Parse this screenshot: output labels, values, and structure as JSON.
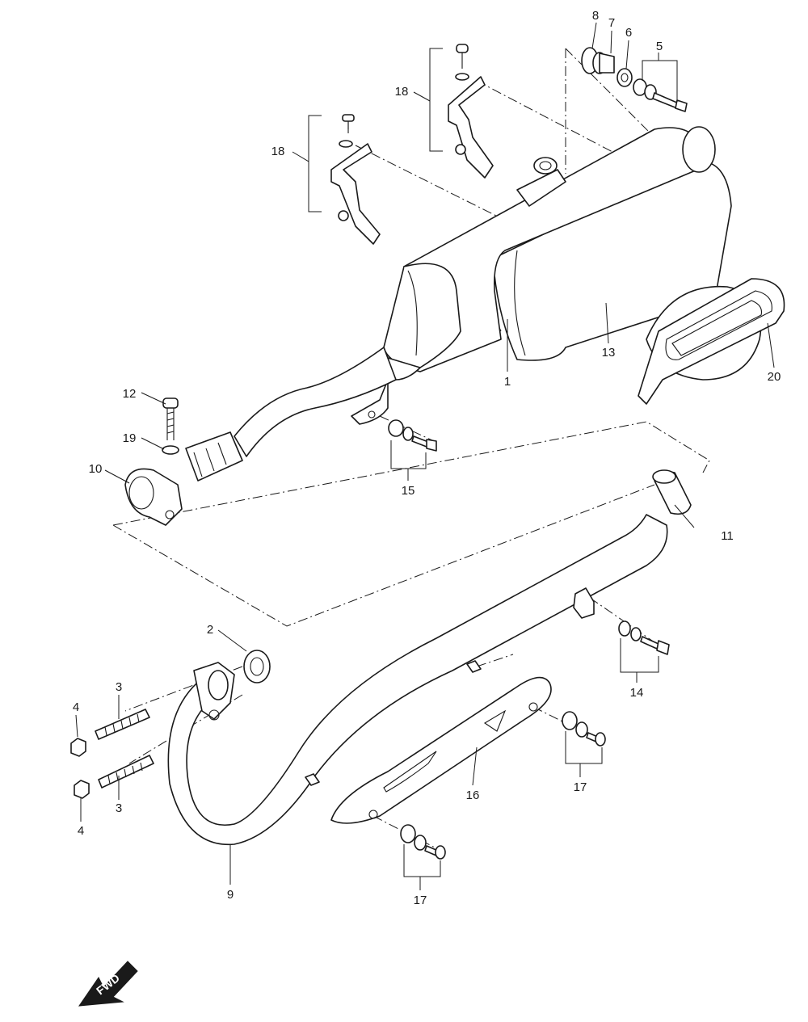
{
  "callouts": [
    {
      "id": "c1",
      "label": "1"
    },
    {
      "id": "c2",
      "label": "2"
    },
    {
      "id": "c3a",
      "label": "3"
    },
    {
      "id": "c3b",
      "label": "3"
    },
    {
      "id": "c4a",
      "label": "4"
    },
    {
      "id": "c4b",
      "label": "4"
    },
    {
      "id": "c5",
      "label": "5"
    },
    {
      "id": "c6",
      "label": "6"
    },
    {
      "id": "c7",
      "label": "7"
    },
    {
      "id": "c8",
      "label": "8"
    },
    {
      "id": "c9",
      "label": "9"
    },
    {
      "id": "c10",
      "label": "10"
    },
    {
      "id": "c11",
      "label": "11"
    },
    {
      "id": "c12",
      "label": "12"
    },
    {
      "id": "c13",
      "label": "13"
    },
    {
      "id": "c14",
      "label": "14"
    },
    {
      "id": "c15",
      "label": "15"
    },
    {
      "id": "c16",
      "label": "16"
    },
    {
      "id": "c17a",
      "label": "17"
    },
    {
      "id": "c17b",
      "label": "17"
    },
    {
      "id": "c18a",
      "label": "18"
    },
    {
      "id": "c18b",
      "label": "18"
    },
    {
      "id": "c19",
      "label": "19"
    },
    {
      "id": "c20",
      "label": "20"
    }
  ],
  "direction_marker": {
    "label": "FWD",
    "icon": "fwd-arrow-icon"
  },
  "colors": {
    "line": "#1a1a1a",
    "background": "#ffffff"
  }
}
